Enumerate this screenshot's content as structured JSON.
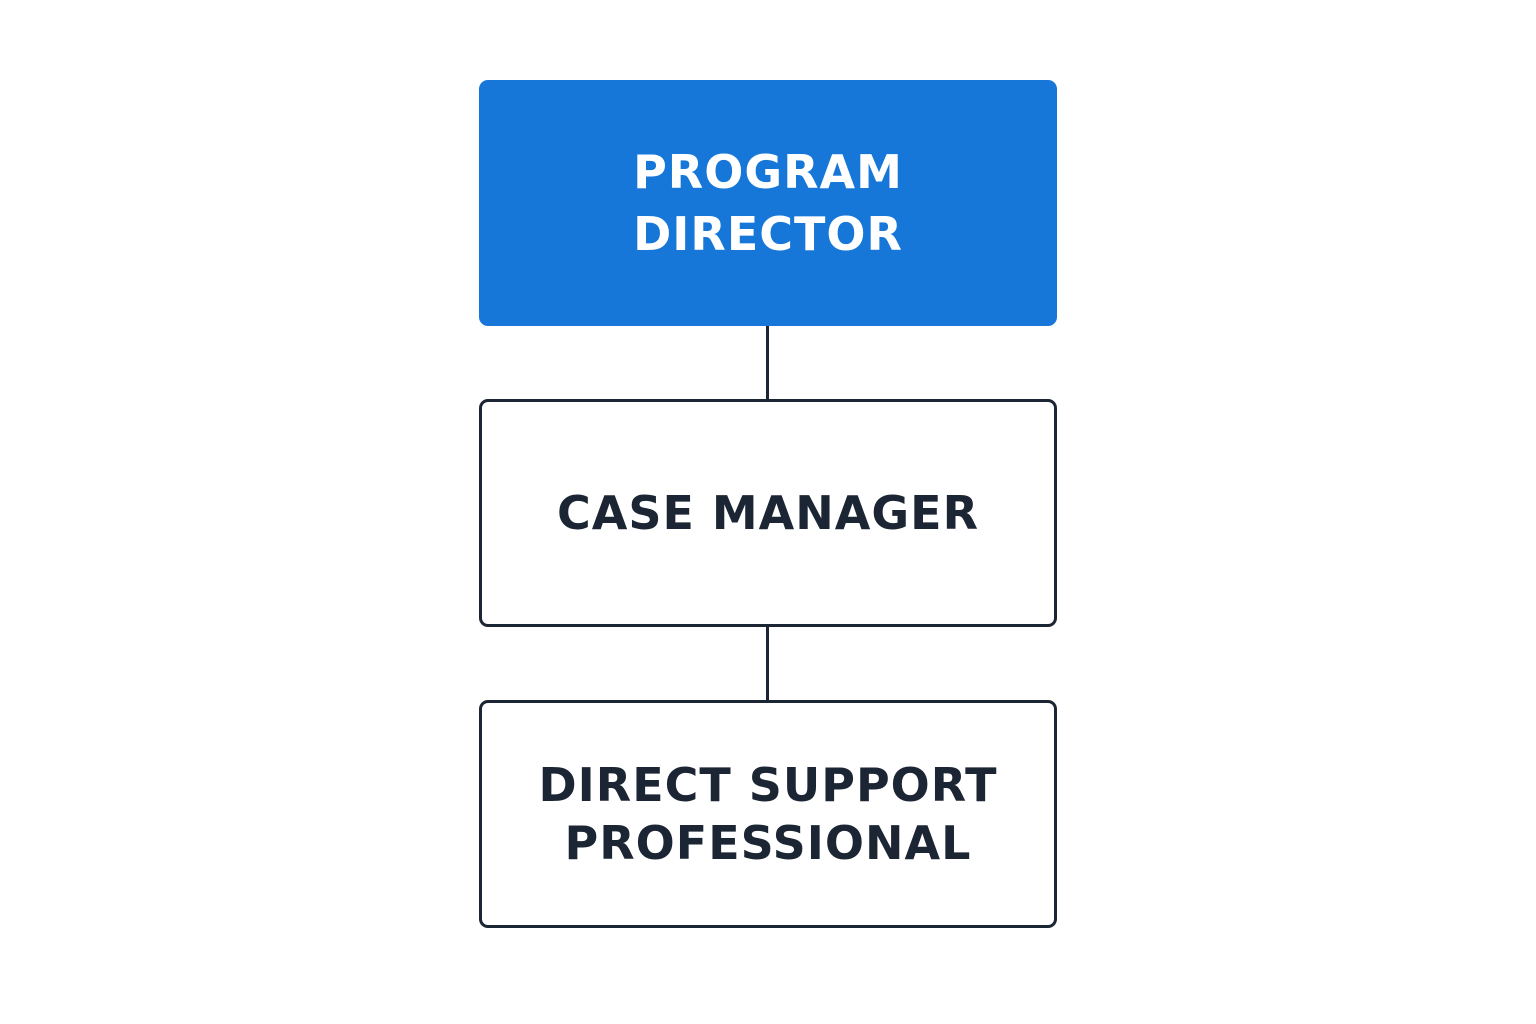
{
  "diagram": {
    "nodes": [
      {
        "id": "program-director",
        "lines": [
          "PROGRAM",
          "DIRECTOR"
        ],
        "fill": "#1677d8",
        "text_color": "#ffffff"
      },
      {
        "id": "case-manager",
        "lines": [
          "CASE MANAGER"
        ],
        "fill": "#ffffff",
        "text_color": "#1c2533"
      },
      {
        "id": "direct-support-professional",
        "lines": [
          "DIRECT SUPPORT",
          "PROFESSIONAL"
        ],
        "fill": "#ffffff",
        "text_color": "#1c2533"
      }
    ],
    "edges": [
      {
        "from": "program-director",
        "to": "case-manager"
      },
      {
        "from": "case-manager",
        "to": "direct-support-professional"
      }
    ],
    "colors": {
      "accent": "#1677d8",
      "outline": "#1c2533",
      "background": "#ffffff"
    }
  }
}
